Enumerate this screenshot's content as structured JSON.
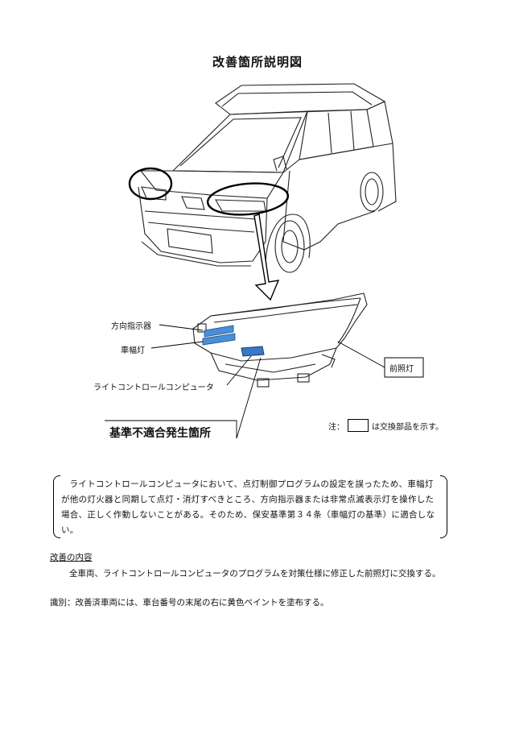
{
  "document": {
    "title": "改善箇所説明図"
  },
  "labels": {
    "turn_signal": "方向指示器",
    "width_lamp": "車幅灯",
    "light_control_computer": "ライトコントロールコンピュータ",
    "headlamp": "前照灯",
    "nonconformity_location": "基準不適合発生箇所",
    "legend_prefix": "注：",
    "legend_suffix": "は交換部品を示す。"
  },
  "notice": {
    "text": "ライトコントロールコンピュータにおいて、点灯制御プログラムの設定を誤ったため、車幅灯が他の灯火器と同期して点灯・消灯すべきところ、方向指示器または非常点滅表示灯を操作した場合、正しく作動しないことがある。そのため、保安基準第３４条（車幅灯の基準）に適合しない。"
  },
  "remedy": {
    "heading": "改善の内容",
    "body": "全車両、ライトコントロールコンピュータのプログラムを対策仕様に修正した前照灯に交換する。"
  },
  "identification": {
    "text": "識別：改善済車両には、車台番号の末尾の右に黄色ペイントを塗布する。"
  },
  "colors": {
    "replacement_part": "#4a8fd6",
    "line": "#222222"
  }
}
